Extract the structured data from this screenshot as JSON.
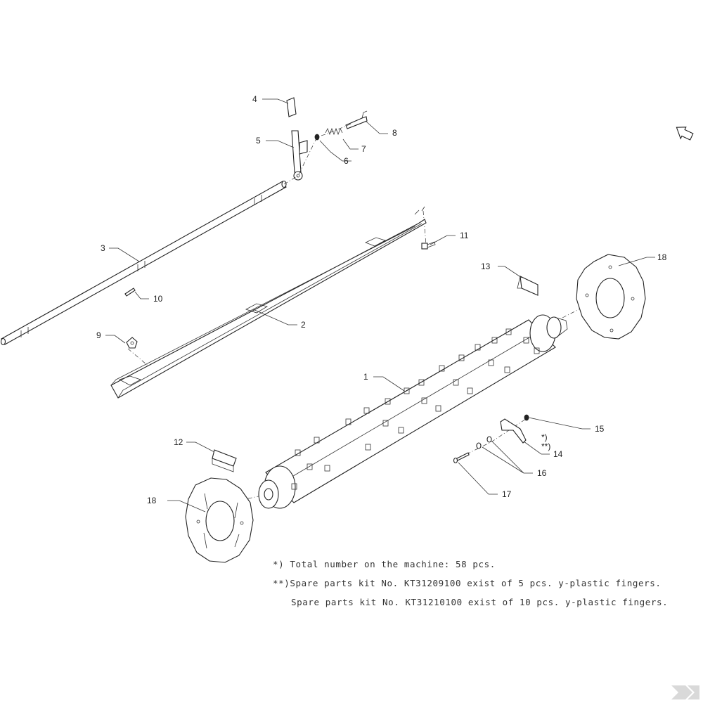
{
  "diagram": {
    "callouts": [
      {
        "id": "c1",
        "label": "1"
      },
      {
        "id": "c2",
        "label": "2"
      },
      {
        "id": "c3",
        "label": "3"
      },
      {
        "id": "c4",
        "label": "4"
      },
      {
        "id": "c5",
        "label": "5"
      },
      {
        "id": "c6",
        "label": "6"
      },
      {
        "id": "c7",
        "label": "7"
      },
      {
        "id": "c8",
        "label": "8"
      },
      {
        "id": "c9",
        "label": "9"
      },
      {
        "id": "c10",
        "label": "10"
      },
      {
        "id": "c11",
        "label": "11"
      },
      {
        "id": "c12",
        "label": "12"
      },
      {
        "id": "c13",
        "label": "13"
      },
      {
        "id": "c14",
        "label": "14"
      },
      {
        "id": "c15",
        "label": "15"
      },
      {
        "id": "c16",
        "label": "16"
      },
      {
        "id": "c17",
        "label": "17"
      },
      {
        "id": "c18a",
        "label": "18"
      },
      {
        "id": "c18b",
        "label": "18"
      }
    ],
    "marks": {
      "single_star": "*)",
      "double_star": "**)"
    },
    "notes": [
      "*) Total number on the machine: 58 pcs.",
      "**)Spare parts kit No. KT31209100 exist of 5 pcs. y-plastic fingers.",
      "Spare parts kit No. KT31210100 exist of 10 pcs. y-plastic fingers."
    ],
    "colors": {
      "line": "#222222",
      "background": "#ffffff",
      "logo": "#d9d9d9"
    },
    "icons": [
      "front-direction-arrow-icon",
      "brand-logo-icon"
    ]
  }
}
